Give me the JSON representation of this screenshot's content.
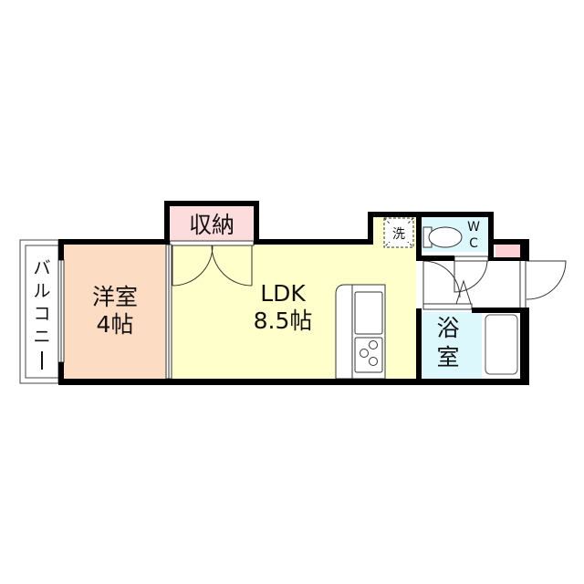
{
  "floorplan": {
    "rooms": {
      "western_room": {
        "name": "洋室",
        "size": "4帖",
        "color": "#fddcc4"
      },
      "ldk": {
        "name": "LDK",
        "size": "8.5帖",
        "color": "#ffffcc"
      },
      "storage": {
        "name": "収納",
        "color": "#fcdcdc"
      },
      "bathroom": {
        "name_line1": "浴",
        "name_line2": "室",
        "color": "#dcf8fc"
      },
      "toilet": {
        "name_line1": "W",
        "name_line2": "C",
        "color": "#dcf8fc"
      },
      "washer": {
        "name": "洗"
      },
      "balcony": {
        "chars": [
          "バ",
          "ル",
          "コ",
          "ニ",
          "ー"
        ]
      },
      "shoe_box": {
        "color": "#fcd0d4"
      }
    },
    "colors": {
      "wall": "#000000",
      "line": "#333333"
    }
  }
}
